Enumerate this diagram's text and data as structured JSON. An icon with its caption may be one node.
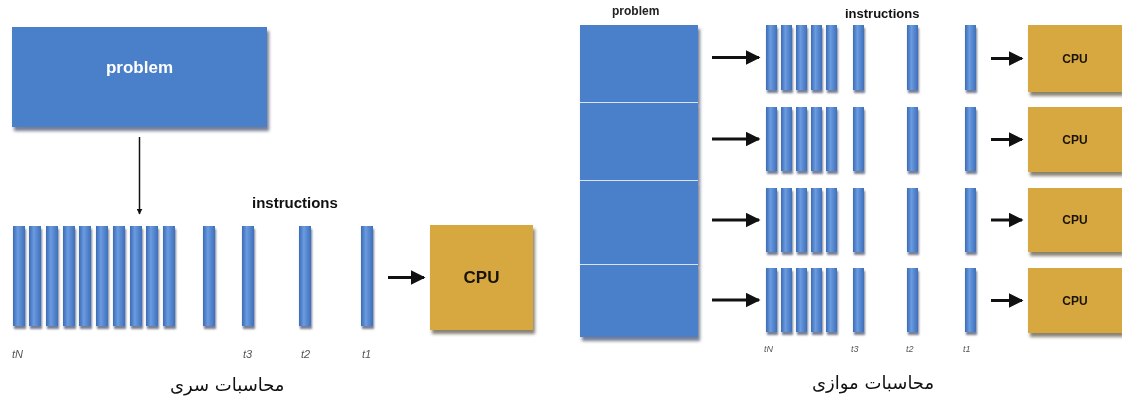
{
  "diagram": {
    "nodes": [
      {
        "text": [
          "problem"
        ]
      },
      {
        "text": [],
        "shape": "bar"
      },
      {
        "text": [
          "CPU"
        ]
      },
      {
        "text": [
          "problem"
        ]
      },
      {
        "text": [],
        "shape": "box",
        "in": 3
      },
      {
        "text": [],
        "shape": "box",
        "in": 3
      },
      {
        "text": [],
        "shape": "box",
        "in": 3
      },
      {
        "text": [],
        "shape": "box",
        "in": 3
      },
      {
        "text": [],
        "shape": "bar"
      },
      {
        "text": [],
        "shape": "bar"
      },
      {
        "text": [],
        "shape": "bar"
      },
      {
        "text": [],
        "shape": "bar"
      },
      {
        "text": [
          "CPU"
        ]
      },
      {
        "text": [
          "CPU"
        ]
      },
      {
        "text": [
          "CPU"
        ]
      },
      {
        "text": [
          "CPU"
        ]
      }
    ],
    "edges": [
      {
        "from": 0,
        "to": 1,
        "arrow": "to"
      },
      {
        "from": 1,
        "to": 2,
        "arrow": "to"
      },
      {
        "from": 4,
        "to": 8,
        "arrow": "to"
      },
      {
        "from": 5,
        "to": 9,
        "arrow": "to"
      },
      {
        "from": 6,
        "to": 10,
        "arrow": "to"
      },
      {
        "from": 7,
        "to": 11,
        "arrow": "to"
      },
      {
        "from": 8,
        "to": 12,
        "arrow": "to"
      },
      {
        "from": 9,
        "to": 13,
        "arrow": "to"
      },
      {
        "from": 10,
        "to": 14,
        "arrow": "to"
      },
      {
        "from": 11,
        "to": 15,
        "arrow": "to"
      }
    ],
    "labels": [
      "instructions",
      "tN",
      "t3",
      "t2",
      "t1",
      "محاسبات سری",
      "instructions",
      "tN",
      "t3",
      "t2",
      "t1",
      "محاسبات موازی"
    ]
  }
}
